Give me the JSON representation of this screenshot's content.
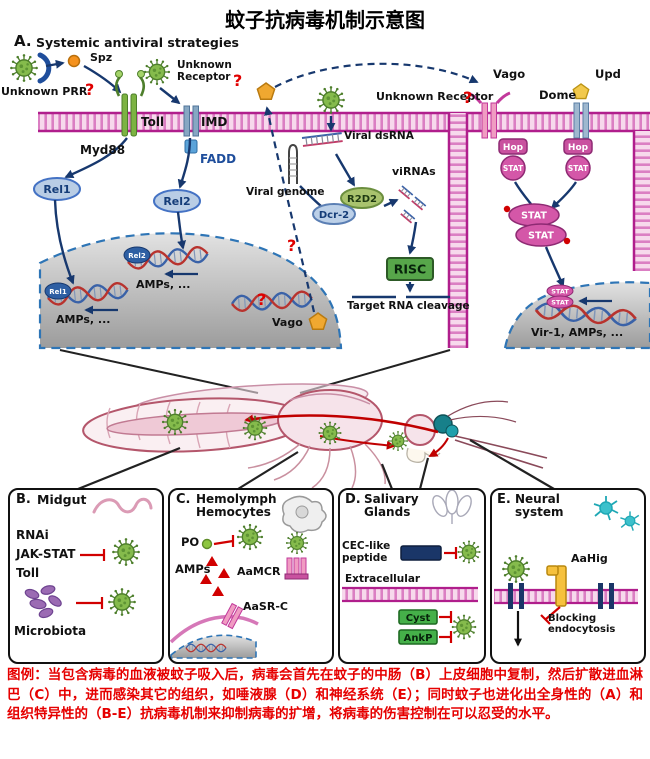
{
  "title": "蚊子抗病毒机制示意图",
  "colors": {
    "membrane": "#C2399B",
    "arrow_navy": "#17386E",
    "virus_green": "#85BB4C",
    "stat_pink": "#D457A8",
    "inhibit_red": "#D10000",
    "risc_green": "#57A64A",
    "caption_red": "#E60000"
  },
  "panel_a": {
    "label": "A.",
    "heading": "Systemic antiviral strategies",
    "unknown_prr": "Unknown PRR",
    "question_mark": "?",
    "spz": "Spz",
    "unknown_receptor_left": "Unknown Receptor",
    "toll": "Toll",
    "imd": "IMD",
    "myd88": "Myd88",
    "fadd": "FADD",
    "rel1": "Rel1",
    "rel2": "Rel2",
    "amps": "AMPs, ...",
    "viral_genome": "Viral genome",
    "viral_dsrna": "Viral dsRNA",
    "dcr2": "Dcr-2",
    "r2d2": "R2D2",
    "virnas": "viRNAs",
    "risc": "RISC",
    "target_rna_cleavage": "Target RNA cleavage",
    "vago": "Vago",
    "unknown_receptor_right": "Unknown Receptor",
    "dome": "Dome",
    "upd": "Upd",
    "hop": "Hop",
    "stat": "STAT",
    "vir1_amps": "Vir-1, AMPs, ..."
  },
  "panel_b": {
    "label": "B.",
    "title": "Midgut",
    "items": {
      "rnai": "RNAi",
      "jak_stat": "JAK-STAT",
      "toll": "Toll",
      "microbiota": "Microbiota"
    }
  },
  "panel_c": {
    "label": "C.",
    "title": "Hemolymph Hemocytes",
    "po": "PO",
    "amps": "AMPs",
    "aamcr": "AaMCR",
    "aasrc": "AaSR-C"
  },
  "panel_d": {
    "label": "D.",
    "title": "Salivary Glands",
    "cec": "CEC-like peptide",
    "extracellular": "Extracellular",
    "cyst": "Cyst",
    "ankp": "AnkP"
  },
  "panel_e": {
    "label": "E.",
    "title": "Neural system",
    "aahig": "AaHig",
    "blocking": "Blocking endocytosis"
  },
  "caption": "图例：当包含病毒的血液被蚊子吸入后，病毒会首先在蚊子的中肠（B）上皮细胞中复制，然后扩散进血淋巴（C）中，进而感染其它的组织，如唾液腺（D）和神经系统（E）；同时蚊子也进化出全身性的（A）和组织特异性的（B-E）抗病毒机制来抑制病毒的扩增，将病毒的伤害控制在可以忍受的水平。"
}
